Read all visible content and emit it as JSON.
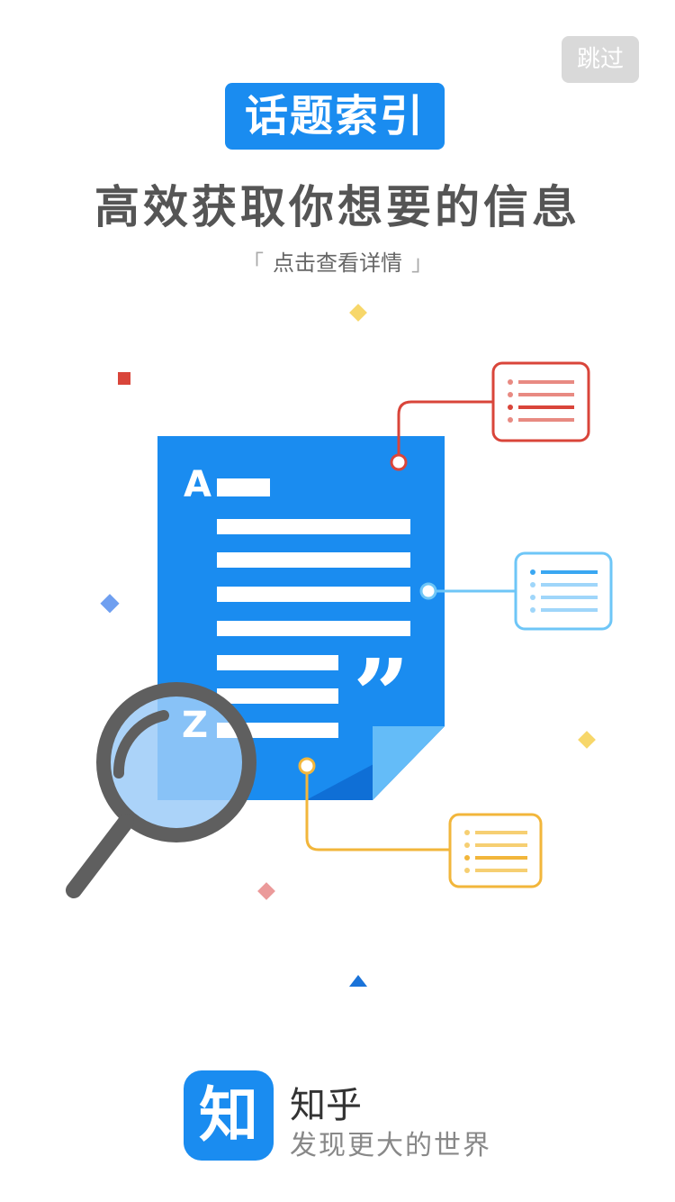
{
  "skip_button": {
    "label": "跳过"
  },
  "hero": {
    "badge": "话题索引",
    "headline": "高效获取你想要的信息",
    "details_link": "点击查看详情",
    "bracket_open": "「",
    "bracket_close": "」"
  },
  "illustration": {
    "doc_letter_top": "A",
    "doc_letter_bottom": "Z",
    "quote_mark": "”",
    "colors": {
      "doc_blue": "#1a8cf0",
      "red": "#d9453a",
      "light_blue": "#6ec6f7",
      "yellow": "#f2b63b",
      "magnifier": "#5f5f5f"
    }
  },
  "footer": {
    "logo_char": "知",
    "app_name": "知乎",
    "slogan": "发现更大的世界"
  }
}
